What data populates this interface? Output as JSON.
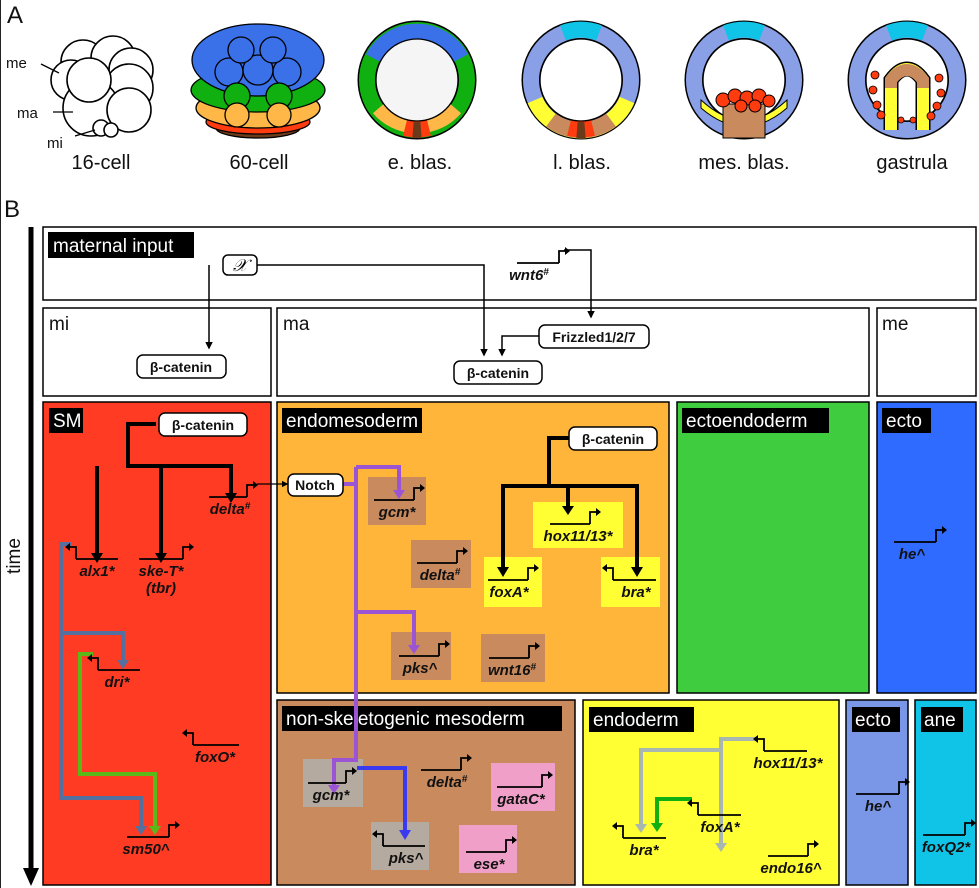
{
  "panel_a": {
    "letter": "A",
    "stages": [
      {
        "id": "16cell",
        "label": "16-cell"
      },
      {
        "id": "60cell",
        "label": "60-cell"
      },
      {
        "id": "eblas",
        "label": "e. blas."
      },
      {
        "id": "lblas",
        "label": "l. blas."
      },
      {
        "id": "mesblas",
        "label": "mes. blas."
      },
      {
        "id": "gastrula",
        "label": "gastrula"
      }
    ],
    "cell_labels": {
      "me": "me",
      "ma": "ma",
      "mi": "mi"
    }
  },
  "panel_b": {
    "letter": "B",
    "time_label": "time",
    "colors": {
      "SM": "#ff3b24",
      "endomesoderm": "#ffb43a",
      "ectoendoderm": "#3fcc3f",
      "ecto_top": "#2f6bff",
      "nsm": "#c98a5e",
      "endoderm": "#ffff33",
      "ecto_bottom": "#7a96e6",
      "ane": "#10c4e8",
      "gene_bg_brown": "#c98a5e",
      "gene_bg_yellow": "#ffff33",
      "gene_bg_grey": "#b4aaa0",
      "gene_bg_pink": "#f0a0c8",
      "arrow_purple": "#9b55d4",
      "arrow_blue": "#3a3af0",
      "arrow_slate": "#55709e",
      "arrow_green": "#5ab818",
      "arrow_grey": "#a8b8b0",
      "arrow_darkgreen": "#10b010"
    },
    "rows": {
      "maternal": {
        "tag": "maternal input",
        "x_node": "𝒳",
        "gene": {
          "name": "wnt6",
          "mark": "#"
        }
      },
      "cleavage": {
        "mi": {
          "tag": "mi",
          "node": "β-catenin"
        },
        "ma": {
          "tag": "ma",
          "nodes": [
            "Frizzled1/2/7",
            "β-catenin"
          ]
        },
        "me": {
          "tag": "me"
        }
      },
      "blastula": {
        "SM": {
          "tag": "SM",
          "node": "β-catenin",
          "genes": [
            {
              "name": "delta",
              "mark": "#"
            },
            {
              "name": "alx1",
              "mark": "*"
            },
            {
              "name": "ske-T",
              "mark": "*",
              "sub": "(tbr)"
            },
            {
              "name": "dri",
              "mark": "*"
            },
            {
              "name": "foxO",
              "mark": "*"
            },
            {
              "name": "sm50",
              "mark": "^"
            }
          ]
        },
        "endomesoderm": {
          "tag": "endomesoderm",
          "nodes": [
            "Notch",
            "β-catenin"
          ],
          "genes": [
            {
              "name": "gcm",
              "mark": "*"
            },
            {
              "name": "delta",
              "mark": "#"
            },
            {
              "name": "pks",
              "mark": "^"
            },
            {
              "name": "wnt16",
              "mark": "#"
            },
            {
              "name": "hox11/13",
              "mark": "*"
            },
            {
              "name": "foxA",
              "mark": "*"
            },
            {
              "name": "bra",
              "mark": "*"
            }
          ]
        },
        "ectoendoderm": {
          "tag": "ectoendoderm"
        },
        "ecto": {
          "tag": "ecto",
          "genes": [
            {
              "name": "he",
              "mark": "^"
            }
          ]
        }
      },
      "gastrula": {
        "nsm": {
          "tag": "non-skeletogenic mesoderm",
          "genes": [
            {
              "name": "gcm",
              "mark": "*"
            },
            {
              "name": "delta",
              "mark": "#"
            },
            {
              "name": "gataC",
              "mark": "*"
            },
            {
              "name": "pks",
              "mark": "^"
            },
            {
              "name": "ese",
              "mark": "*"
            }
          ]
        },
        "endoderm": {
          "tag": "endoderm",
          "genes": [
            {
              "name": "hox11/13",
              "mark": "*"
            },
            {
              "name": "foxA",
              "mark": "*"
            },
            {
              "name": "bra",
              "mark": "*"
            },
            {
              "name": "endo16",
              "mark": "^"
            }
          ]
        },
        "ecto": {
          "tag": "ecto",
          "genes": [
            {
              "name": "he",
              "mark": "^"
            }
          ]
        },
        "ane": {
          "tag": "ane",
          "genes": [
            {
              "name": "foxQ2",
              "mark": "*"
            }
          ]
        }
      }
    }
  }
}
